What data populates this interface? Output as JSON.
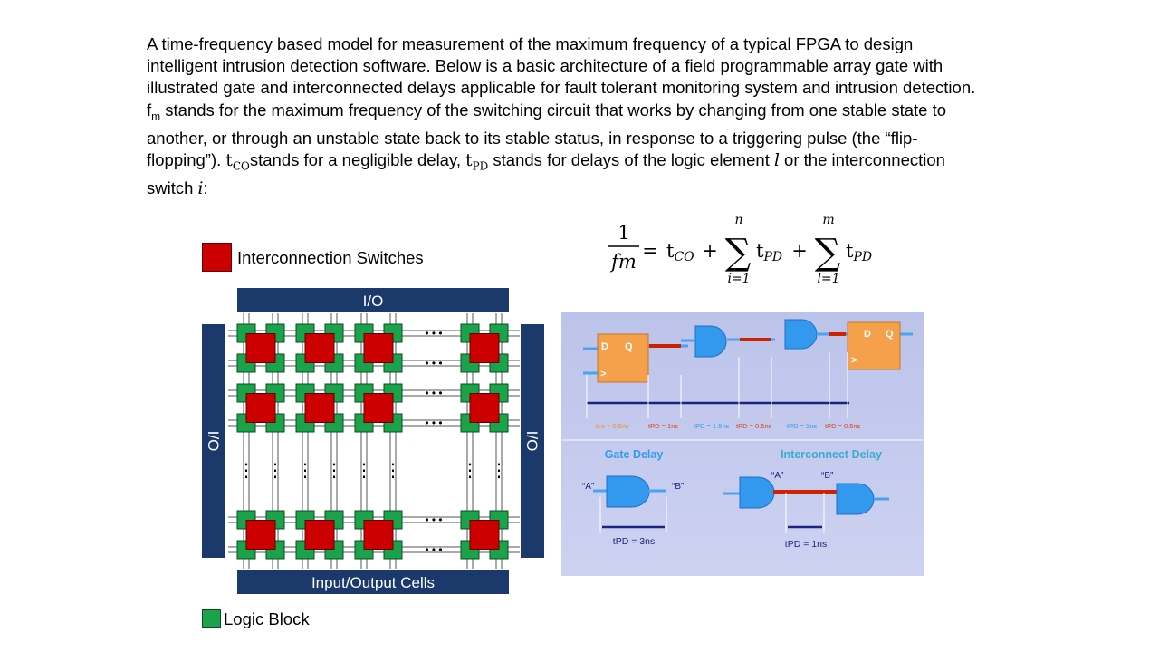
{
  "intro": {
    "s1": "A time-frequency based model for measurement of the maximum frequency of a typical FPGA to design intelligent intrusion detection software. Below is a basic architecture of a field programmable array gate with illustrated gate and interconnected delays applicable for fault tolerant monitoring system and intrusion detection. ",
    "fm_base": "f",
    "fm_sub": "m",
    "s2": " stands for the maximum frequency of the switching circuit that works by changing from one stable state to another, or through an unstable state back to its stable status, in response to a triggering pulse (the “flip-flopping”). ",
    "tco_base": "t",
    "tco_sub": "CO",
    "s3": "stands for a negligible delay, ",
    "tpd_base": "t",
    "tpd_sub": "PD",
    "s4": " stands for delays of the logic element ",
    "l": "l",
    "s5": " or the interconnection switch ",
    "i": "i",
    "s6": ":"
  },
  "legend": {
    "switches": "Interconnection Switches",
    "logic": "Logic Block"
  },
  "fpga": {
    "top": "I/O",
    "bottom": "Input/Output Cells",
    "left": "I/O",
    "right": "I/O",
    "ellipsis_h": "• • •",
    "ellipsis_v": "⋮"
  },
  "formula": {
    "one": "1",
    "fm": "fm",
    "eq": "=",
    "tco": "t",
    "tco_sub": "CO",
    "plus": "+",
    "sum": "∑",
    "n": "n",
    "i1": "i=1",
    "tpd": "t",
    "tpd_sub": "PD",
    "m": "m",
    "l1": "l=1"
  },
  "delay": {
    "d": "D",
    "q": "Q",
    "clk": ">",
    "timing": [
      "tco = 0.5ns",
      "tPD = 1ns",
      "tPD = 1.5ns",
      "tPD = 0.5ns",
      "tPD = 2ns",
      "tPD = 0.5ns"
    ],
    "gate_title": "Gate Delay",
    "inter_title": "Interconnect Delay",
    "a": "“A”",
    "b": "“B”",
    "gate_val": "tPD = 3ns",
    "inter_val": "tPD = 1ns"
  },
  "colors": {
    "switch": "#cc0000",
    "logic": "#1aa34a",
    "io": "#1b3a6b",
    "gate": "#3399ee",
    "ff": "#f5a04a",
    "panel": "#c7cdee"
  }
}
